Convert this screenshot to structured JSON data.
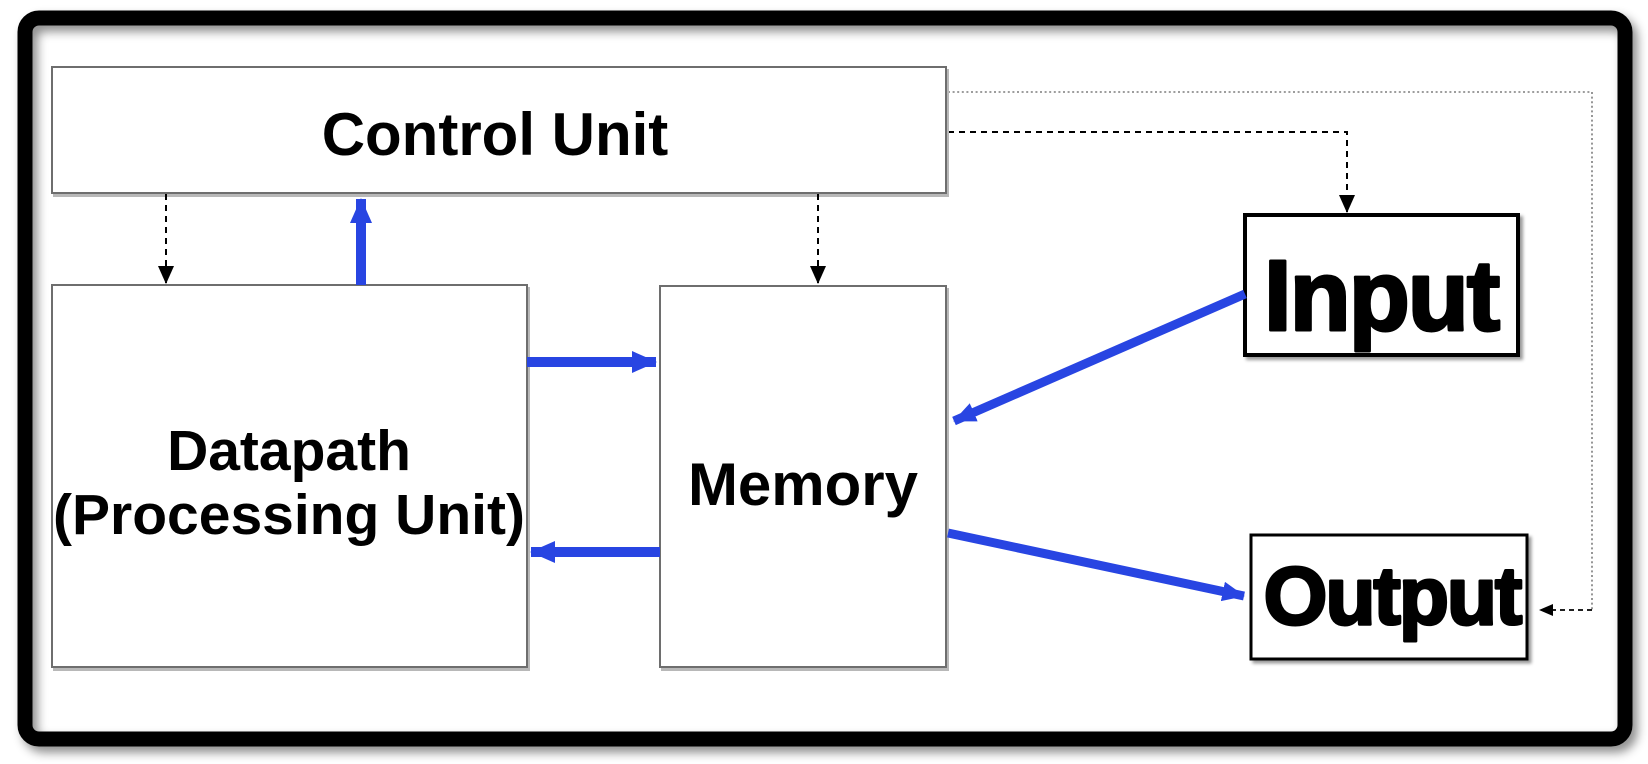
{
  "diagram": {
    "type": "block-diagram",
    "subject": "computer-organization-five-classic-components",
    "nodes": {
      "control_unit": {
        "label": "Control Unit"
      },
      "datapath": {
        "line1": "Datapath",
        "line2": "(Processing Unit)"
      },
      "memory": {
        "label": "Memory"
      },
      "input": {
        "label": "Input"
      },
      "output": {
        "label": "Output"
      }
    },
    "edges": [
      {
        "from": "control_unit",
        "to": "datapath",
        "style": "black-dashed-arrow",
        "meaning": "control signal"
      },
      {
        "from": "datapath",
        "to": "control_unit",
        "style": "blue-solid-arrow",
        "meaning": "data/status flow"
      },
      {
        "from": "control_unit",
        "to": "memory",
        "style": "black-dashed-arrow",
        "meaning": "control signal"
      },
      {
        "from": "datapath",
        "to": "memory",
        "style": "blue-solid-arrow",
        "meaning": "data flow"
      },
      {
        "from": "memory",
        "to": "datapath",
        "style": "blue-solid-arrow",
        "meaning": "data flow"
      },
      {
        "from": "input",
        "to": "memory",
        "style": "blue-solid-arrow",
        "meaning": "data flow"
      },
      {
        "from": "memory",
        "to": "output",
        "style": "blue-solid-arrow",
        "meaning": "data flow"
      },
      {
        "from": "control_unit",
        "to": "input",
        "style": "black-dashed-arrow",
        "meaning": "control signal"
      },
      {
        "from": "control_unit",
        "to": "output",
        "style": "gray-dotted-arrow",
        "meaning": "control signal"
      }
    ],
    "colors": {
      "data_arrow_blue": "#2845E2",
      "control_dashed_black": "#000000",
      "dotted_gray": "#7d7d7d",
      "thin_box_border": "#6e6e6e",
      "bold_box_border": "#000000",
      "frame": "#000000",
      "text": "#000000",
      "background": "#FFFFFF"
    }
  }
}
